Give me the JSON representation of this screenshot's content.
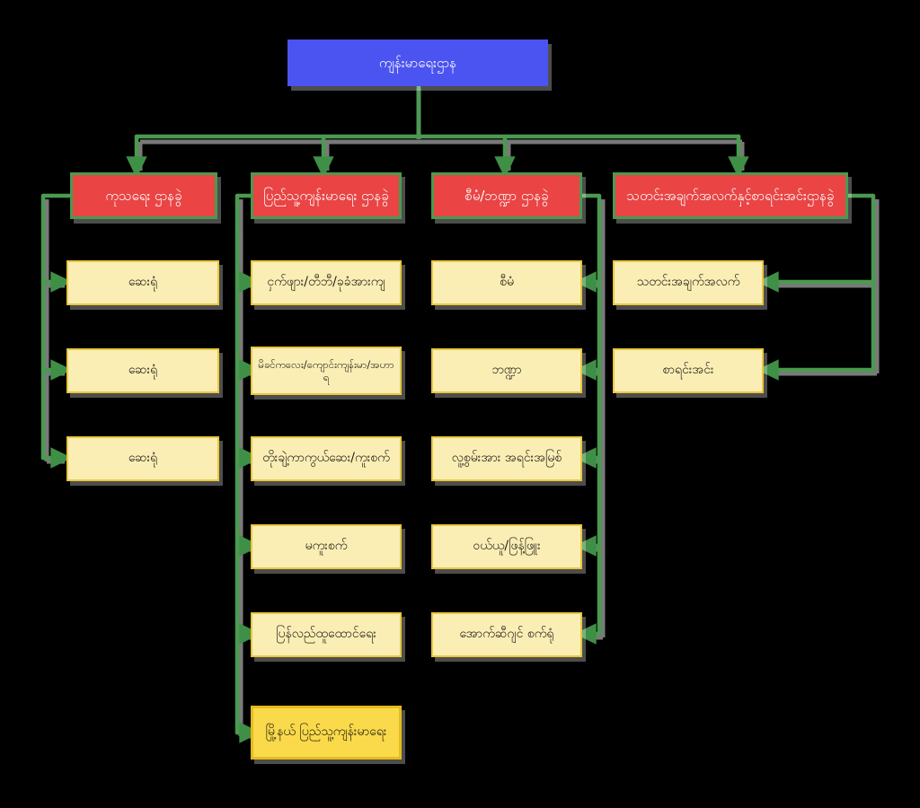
{
  "diagram": {
    "title": "ကျန်းမာရေးဌာန",
    "type": "organizational-chart",
    "colors": {
      "root_fill": "#4b53f0",
      "department_fill": "#ea4444",
      "leaf_fill": "#faeeb5",
      "leaf_border": "#e8c83c",
      "highlight_fill": "#fada4a",
      "connector": "#4a9a4f",
      "background": "#000000",
      "shadow": "#9a9a9a"
    },
    "root": {
      "label": "ကျန်းမာရေးဌာန"
    },
    "departments": [
      {
        "id": "treatment",
        "label": "ကုသရေး ဌာနခွဲ",
        "spine_side": "left",
        "children": [
          {
            "label": "ဆေးရုံ",
            "style": "leaf"
          },
          {
            "label": "ဆေးရုံ",
            "style": "leaf"
          },
          {
            "label": "ဆေးရုံ",
            "style": "leaf"
          }
        ]
      },
      {
        "id": "public-health",
        "label": "ပြည်သူ့ကျန်းမာရေး ဌာနခွဲ",
        "spine_side": "left",
        "children": [
          {
            "label": "ငှက်ဖျား/တီဘီ/ခုခံအားကျ",
            "style": "leaf"
          },
          {
            "label": "မိခင်ကလေး/ကျောင်းကျန်းမာ/အဟာရ",
            "style": "leaf small"
          },
          {
            "label": "တိုးချဲ့ကာကွယ်ဆေး/ကူးစက်",
            "style": "leaf"
          },
          {
            "label": "မကူးစက်",
            "style": "leaf"
          },
          {
            "label": "ပြန်လည်ထူထောင်ရေး",
            "style": "leaf"
          },
          {
            "label": "မြို့နယ် ပြည်သူ့ကျန်းမာရေး",
            "style": "leaf gold"
          }
        ]
      },
      {
        "id": "admin-finance",
        "label": "စီမံ/ဘဏ္ဍာ ဌာနခွဲ",
        "spine_side": "right",
        "children": [
          {
            "label": "စီမံ",
            "style": "leaf"
          },
          {
            "label": "ဘဏ္ဍာ",
            "style": "leaf"
          },
          {
            "label": "လူ့စွမ်းအား အရင်းအမြစ်",
            "style": "leaf"
          },
          {
            "label": "ဝယ်ယူ/ဖြန့်ဖြူး",
            "style": "leaf"
          },
          {
            "label": "အောက်ဆီဂျင် စက်ရုံ",
            "style": "leaf"
          }
        ]
      },
      {
        "id": "information-statistics",
        "label": "သတင်းအချက်အလက်နှင့်စာရင်းအင်းဌာနခွဲ",
        "spine_side": "right",
        "children": [
          {
            "label": "သတင်းအချက်အလက်",
            "style": "leaf"
          },
          {
            "label": "စာရင်းအင်း",
            "style": "leaf"
          }
        ]
      }
    ]
  }
}
